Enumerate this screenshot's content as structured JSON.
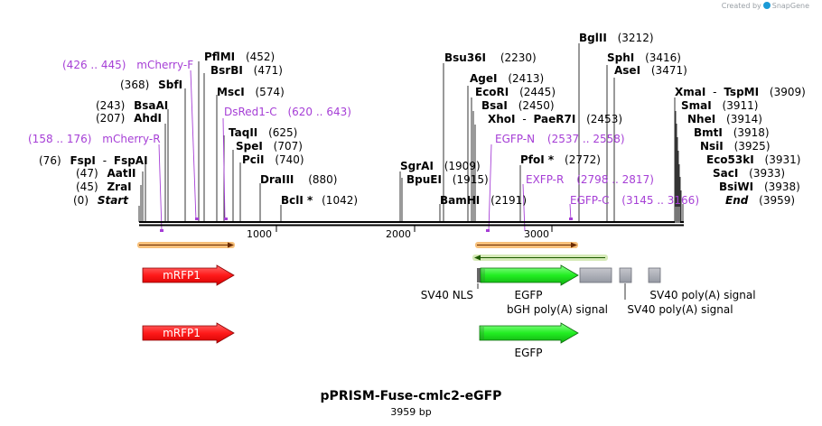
{
  "credit": {
    "prefix": "Created by",
    "brand": "SnapGene"
  },
  "title": "pPRISM-Fuse-cmlc2-eGFP",
  "subtitle": "3959 bp",
  "total_bp": 3959,
  "ruler_ticks": [
    "1000",
    "2000",
    "3000"
  ],
  "sites": [
    {
      "name": "FspI",
      "pos": 76,
      "pair_name": "FspAI",
      "label_pos": "(76)"
    },
    {
      "name": "AatII",
      "pos": 47,
      "label_pos": "(47)"
    },
    {
      "name": "ZraI",
      "pos": 45,
      "label_pos": "(45)"
    },
    {
      "name": "Start",
      "pos": 0,
      "label_pos": "(0)",
      "italic": true
    },
    {
      "name": "BsaAI",
      "pos": 243,
      "label_pos": "(243)"
    },
    {
      "name": "AhdI",
      "pos": 207,
      "label_pos": "(207)"
    },
    {
      "name": "SbfI",
      "pos": 368,
      "label_pos": "(368)"
    },
    {
      "name": "PflMI",
      "pos": 452,
      "label_pos": "(452)"
    },
    {
      "name": "BsrBI",
      "pos": 471,
      "label_pos": "(471)"
    },
    {
      "name": "MscI",
      "pos": 574,
      "label_pos": "(574)"
    },
    {
      "name": "TaqII",
      "pos": 625,
      "label_pos": "(625)"
    },
    {
      "name": "SpeI",
      "pos": 707,
      "label_pos": "(707)"
    },
    {
      "name": "PciI",
      "pos": 740,
      "label_pos": "(740)"
    },
    {
      "name": "DraIII",
      "pos": 880,
      "label_pos": "(880)"
    },
    {
      "name": "BclI *",
      "pos": 1042,
      "label_pos": "(1042)"
    },
    {
      "name": "SgrAI",
      "pos": 1909,
      "label_pos": "(1909)"
    },
    {
      "name": "BpuEI",
      "pos": 1915,
      "label_pos": "(1915)"
    },
    {
      "name": "BamHI",
      "pos": 2191,
      "label_pos": "(2191)"
    },
    {
      "name": "Bsu36I",
      "pos": 2230,
      "label_pos": "(2230)"
    },
    {
      "name": "AgeI",
      "pos": 2413,
      "label_pos": "(2413)"
    },
    {
      "name": "EcoRI",
      "pos": 2445,
      "label_pos": "(2445)"
    },
    {
      "name": "BsaI",
      "pos": 2450,
      "label_pos": "(2450)"
    },
    {
      "name": "XhoI",
      "pos": 2453,
      "pair_name": "PaeR7I",
      "label_pos": "(2453)"
    },
    {
      "name": "PfoI *",
      "pos": 2772,
      "label_pos": "(2772)"
    },
    {
      "name": "BglII",
      "pos": 3212,
      "label_pos": "(3212)"
    },
    {
      "name": "SphI",
      "pos": 3416,
      "label_pos": "(3416)"
    },
    {
      "name": "AseI",
      "pos": 3471,
      "label_pos": "(3471)"
    },
    {
      "name": "XmaI",
      "pos": 3909,
      "pair_name": "TspMI",
      "label_pos": "(3909)"
    },
    {
      "name": "SmaI",
      "pos": 3911,
      "label_pos": "(3911)"
    },
    {
      "name": "NheI",
      "pos": 3914,
      "label_pos": "(3914)"
    },
    {
      "name": "BmtI",
      "pos": 3918,
      "label_pos": "(3918)"
    },
    {
      "name": "NsiI",
      "pos": 3925,
      "label_pos": "(3925)"
    },
    {
      "name": "Eco53kI",
      "pos": 3931,
      "label_pos": "(3931)"
    },
    {
      "name": "SacI",
      "pos": 3933,
      "label_pos": "(3933)"
    },
    {
      "name": "BsiWI",
      "pos": 3938,
      "label_pos": "(3938)"
    },
    {
      "name": "End",
      "pos": 3959,
      "label_pos": "(3959)",
      "italic": true
    }
  ],
  "primers": [
    {
      "name": "mCherry-F",
      "range": "(426 .. 445)"
    },
    {
      "name": "DsRed1-C",
      "range": "(620 .. 643)"
    },
    {
      "name": "mCherry-R",
      "range": "(158 .. 176)"
    },
    {
      "name": "EGFP-N",
      "range": "(2537 .. 2558)"
    },
    {
      "name": "EXFP-R",
      "range": "(2798 .. 2817)"
    },
    {
      "name": "EGFP-C",
      "range": "(3145 .. 3166)"
    }
  ],
  "features": {
    "mrfp1_top": "mRFP1",
    "mrfp1_bottom": "mRFP1",
    "sv40_nls": "SV40 NLS",
    "egfp_top": "EGFP",
    "bgh": "bGH poly(A) signal",
    "sv40_polya_1": "SV40 poly(A) signal",
    "sv40_polya_2": "SV40 poly(A) signal",
    "egfp_bottom": "EGFP"
  },
  "colors": {
    "primer": "#a63fd6",
    "mrfp1": "#ff1a1a",
    "egfp": "#22ee22",
    "grey_feature": "#a9aab2",
    "orf_orange": "#f7c07a"
  }
}
